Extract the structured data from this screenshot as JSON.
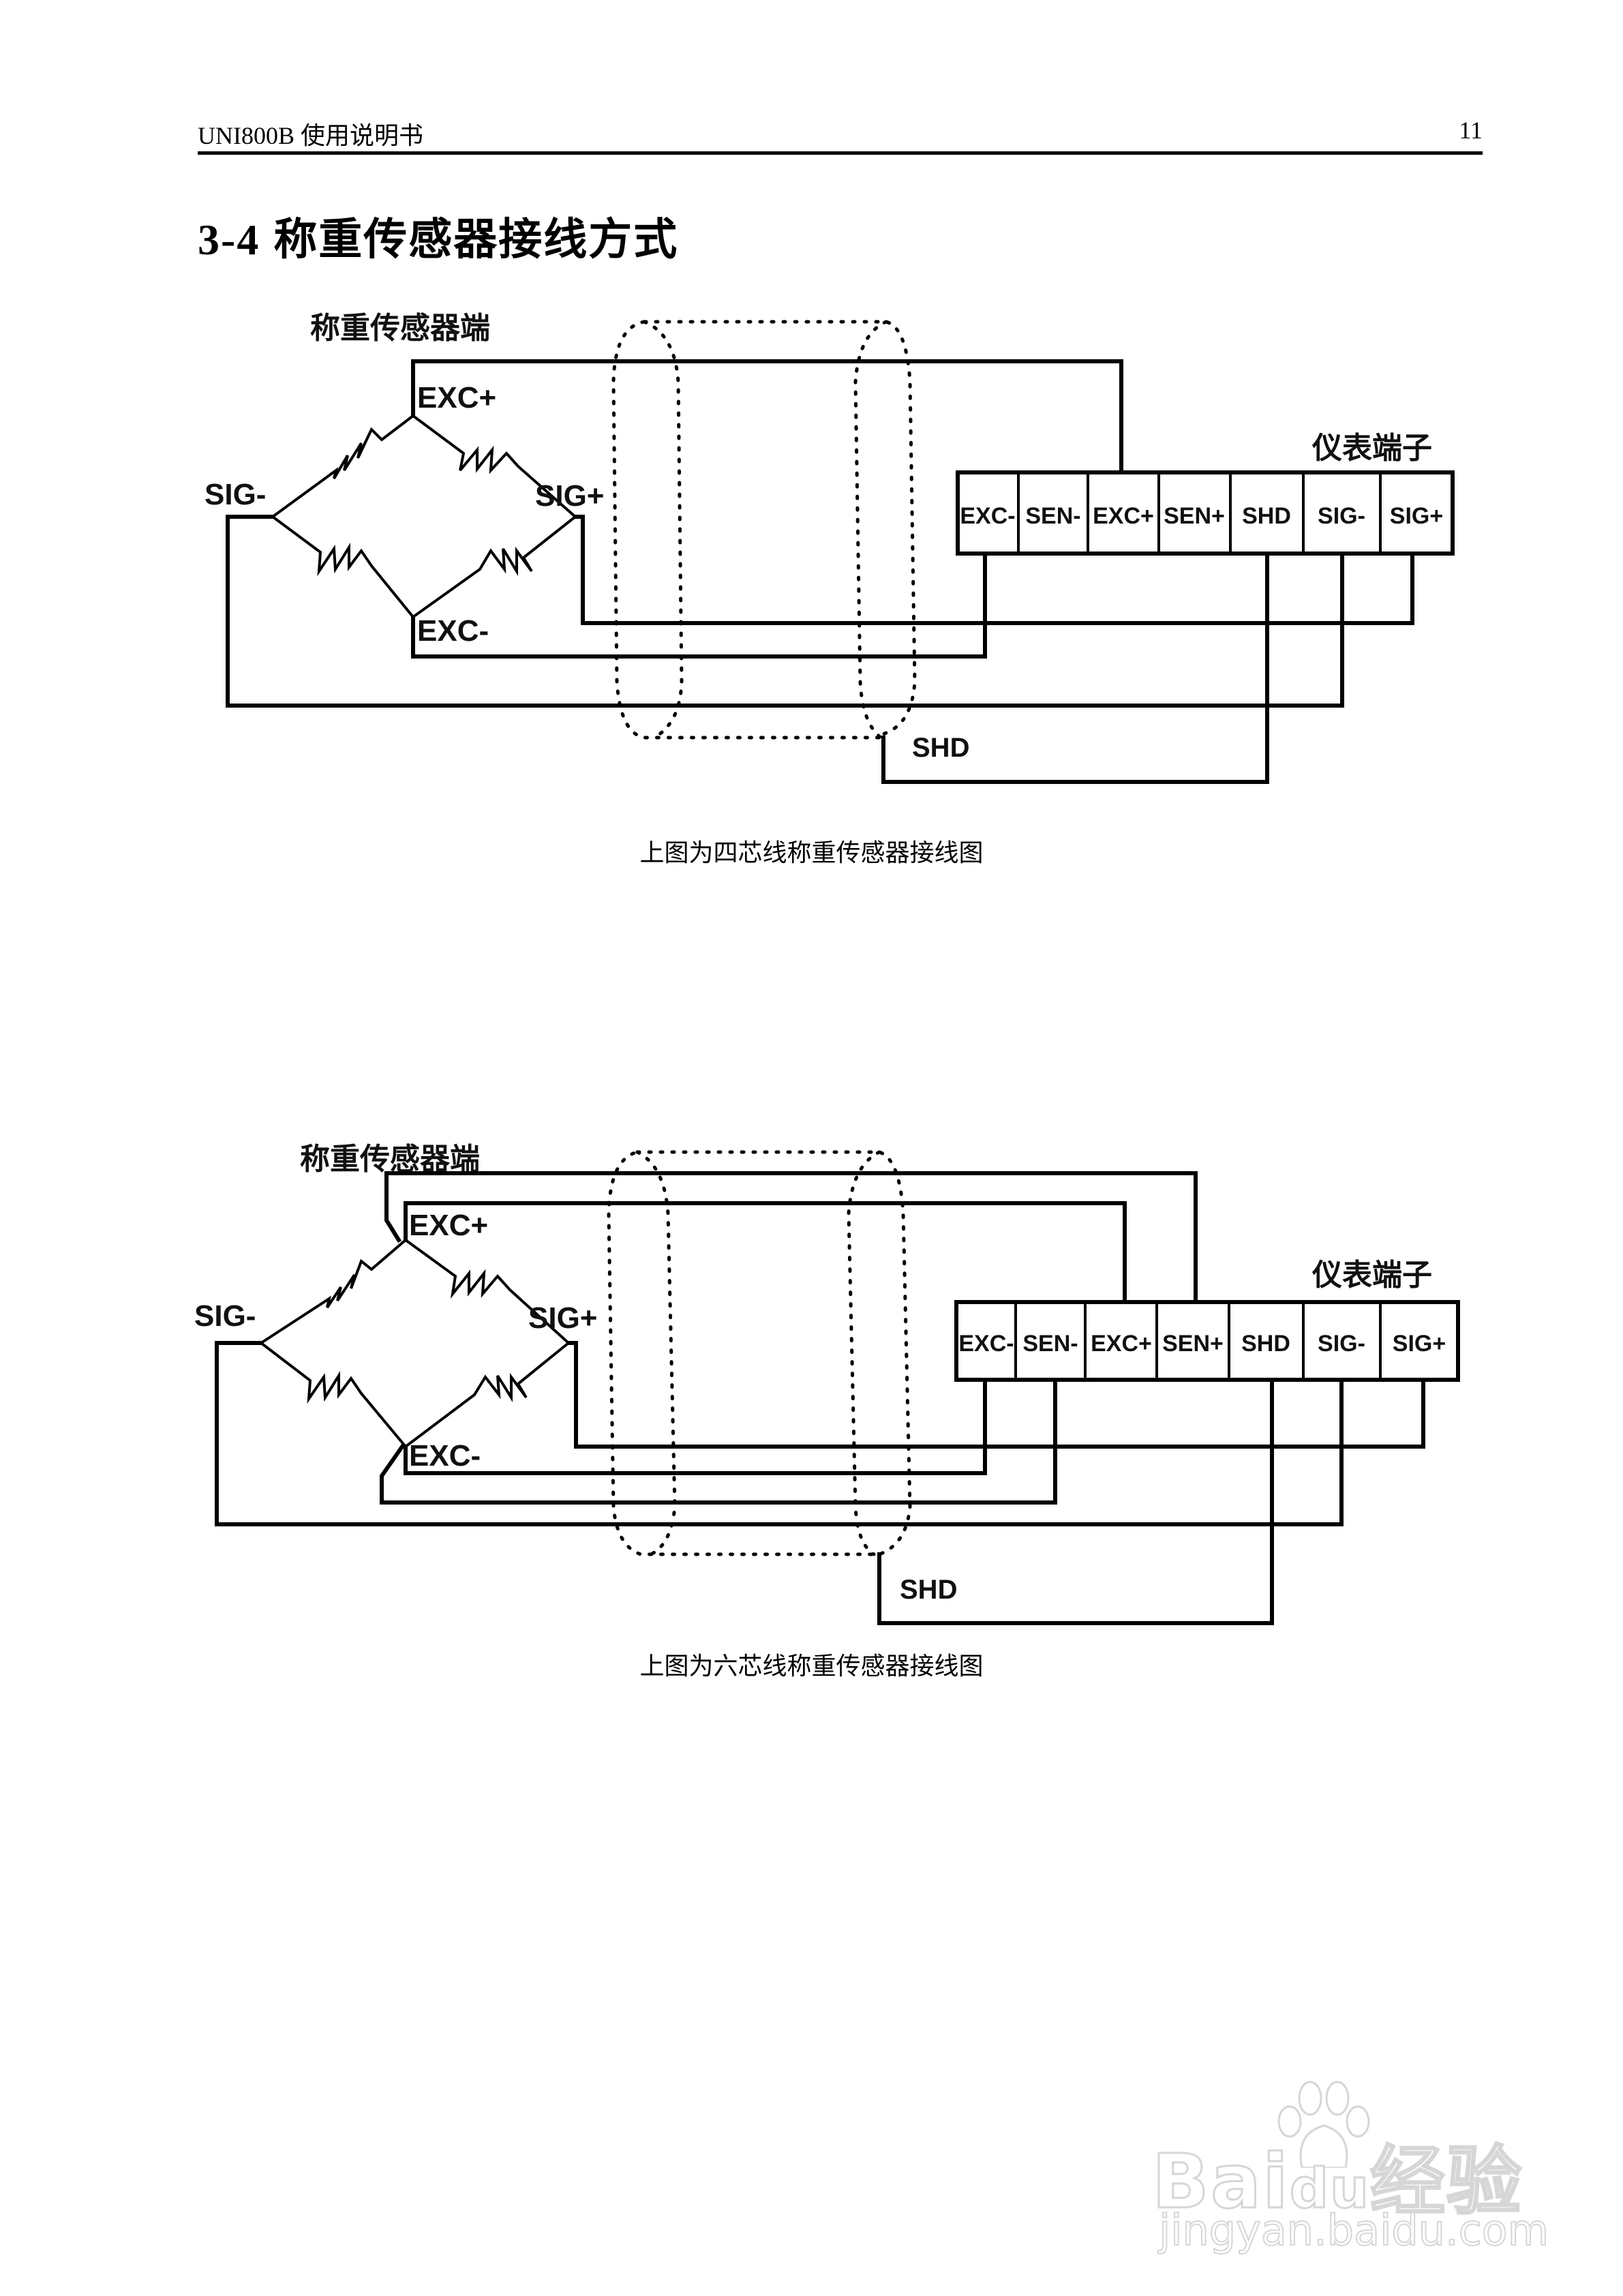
{
  "header": {
    "doc_title": "UNI800B 使用说明书",
    "page_number": "11"
  },
  "section": {
    "number": "3-4",
    "title": "称重传感器接线方式"
  },
  "diagram_four_wire": {
    "sensor_side_label": "称重传感器端",
    "instrument_side_label": "仪表端子",
    "bridge_labels": {
      "exc_plus": "EXC+",
      "exc_minus": "EXC-",
      "sig_plus": "SIG+",
      "sig_minus": "SIG-"
    },
    "terminals": [
      "EXC-",
      "SEN-",
      "EXC+",
      "SEN+",
      "SHD",
      "SIG-",
      "SIG+"
    ],
    "shield_label": "SHD",
    "caption": "上图为四芯线称重传感器接线图"
  },
  "diagram_six_wire": {
    "sensor_side_label": "称重传感器端",
    "instrument_side_label": "仪表端子",
    "bridge_labels": {
      "exc_plus": "EXC+",
      "exc_minus": "EXC-",
      "sig_plus": "SIG+",
      "sig_minus": "SIG-"
    },
    "terminals": [
      "EXC-",
      "SEN-",
      "EXC+",
      "SEN+",
      "SHD",
      "SIG-",
      "SIG+"
    ],
    "shield_label": "SHD",
    "caption": "上图为六芯线称重传感器接线图"
  },
  "watermark": {
    "brand": "Baidu经验",
    "brand_left": "Bai",
    "brand_paw": "du",
    "brand_right": "经验",
    "url": "jingyan.baidu.com"
  }
}
